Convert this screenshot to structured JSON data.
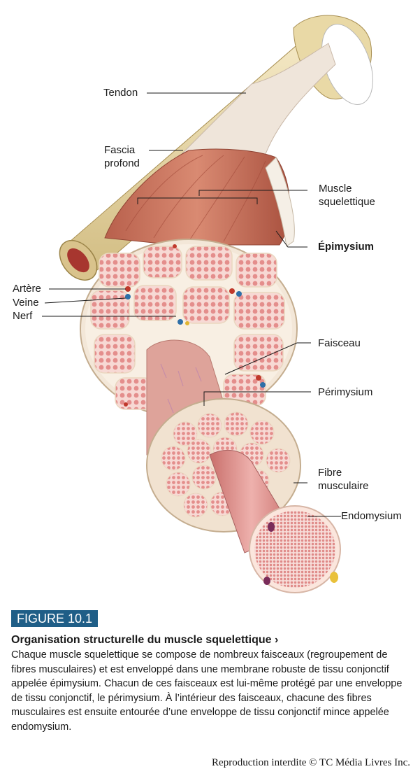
{
  "labels": {
    "tendon": "Tendon",
    "fascia": "Fascia\nprofond",
    "muscle": "Muscle\nsquelettique",
    "epimysium": "Épimysium",
    "artere": "Artère",
    "veine": "Veine",
    "nerf": "Nerf",
    "faisceau": "Faisceau",
    "perimysium": "Périmysium",
    "fibre": "Fibre\nmusculaire",
    "endomysium": "Endomysium"
  },
  "figure": {
    "number": "FIGURE 10.1",
    "title": "Organisation structurelle du muscle squelettique  ›",
    "body": "Chaque muscle squelettique se compose de nombreux faisceaux (regroupement de fibres musculaires) et est enveloppé dans une membrane robuste de tissu conjonctif appelée épimysium. Chacun de ces faisceaux est lui-même protégé par une enveloppe de tissu conjonctif, le périmysium. À l’intérieur des faisceaux, chacune des fibres musculaires est ensuite entourée d’une enveloppe de tissu conjonctif mince appelée endomysium.",
    "copyright": "Reproduction interdite © TC Média Livres Inc."
  },
  "colors": {
    "muscle": "#c9715c",
    "muscle_dark": "#a4503e",
    "fascicle": "#f3c6c0",
    "fiber": "#e48e8c",
    "bone": "#ead9a7",
    "tendon": "#eadfd3",
    "badge": "#1f5e87"
  }
}
